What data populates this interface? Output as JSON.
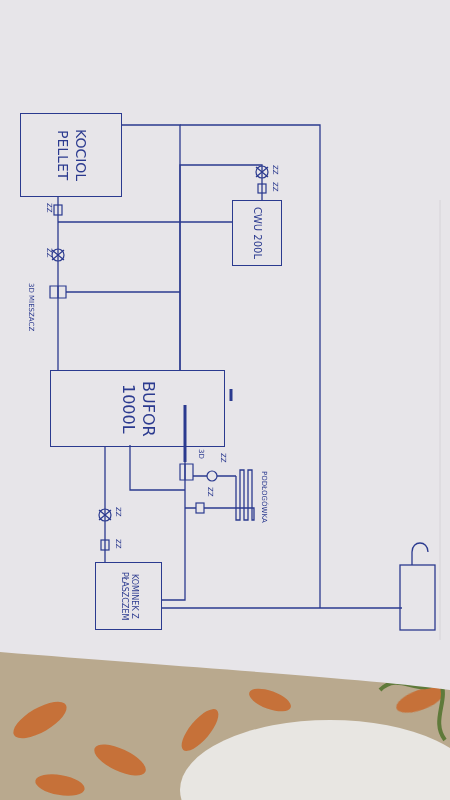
{
  "diagram": {
    "nodes": [
      {
        "text": [
          "KOCIOL PELLET"
        ]
      },
      {
        "text": [
          "CWU 200L"
        ]
      },
      {
        "text": [
          "BUFOR 1000L"
        ]
      },
      {
        "text": [
          "KOMINEK Z PŁASZCZEM"
        ]
      }
    ],
    "edges": [
      {
        "from": 0,
        "to": 2,
        "arrow": "none"
      },
      {
        "from": 0,
        "to": 2,
        "arrow": "none"
      },
      {
        "from": 1,
        "to": 2,
        "arrow": "none"
      },
      {
        "from": 2,
        "to": 3,
        "arrow": "none"
      },
      {
        "from": 2,
        "to": 3,
        "arrow": "none"
      }
    ],
    "labels": [
      "ZZ",
      "ZZ",
      "3D MIESZACZ",
      "ZZ",
      "ZZ",
      "3D",
      "ZZ",
      "PODŁOGÓWKA",
      "ZZ",
      "ZZ",
      "ZZ"
    ]
  }
}
